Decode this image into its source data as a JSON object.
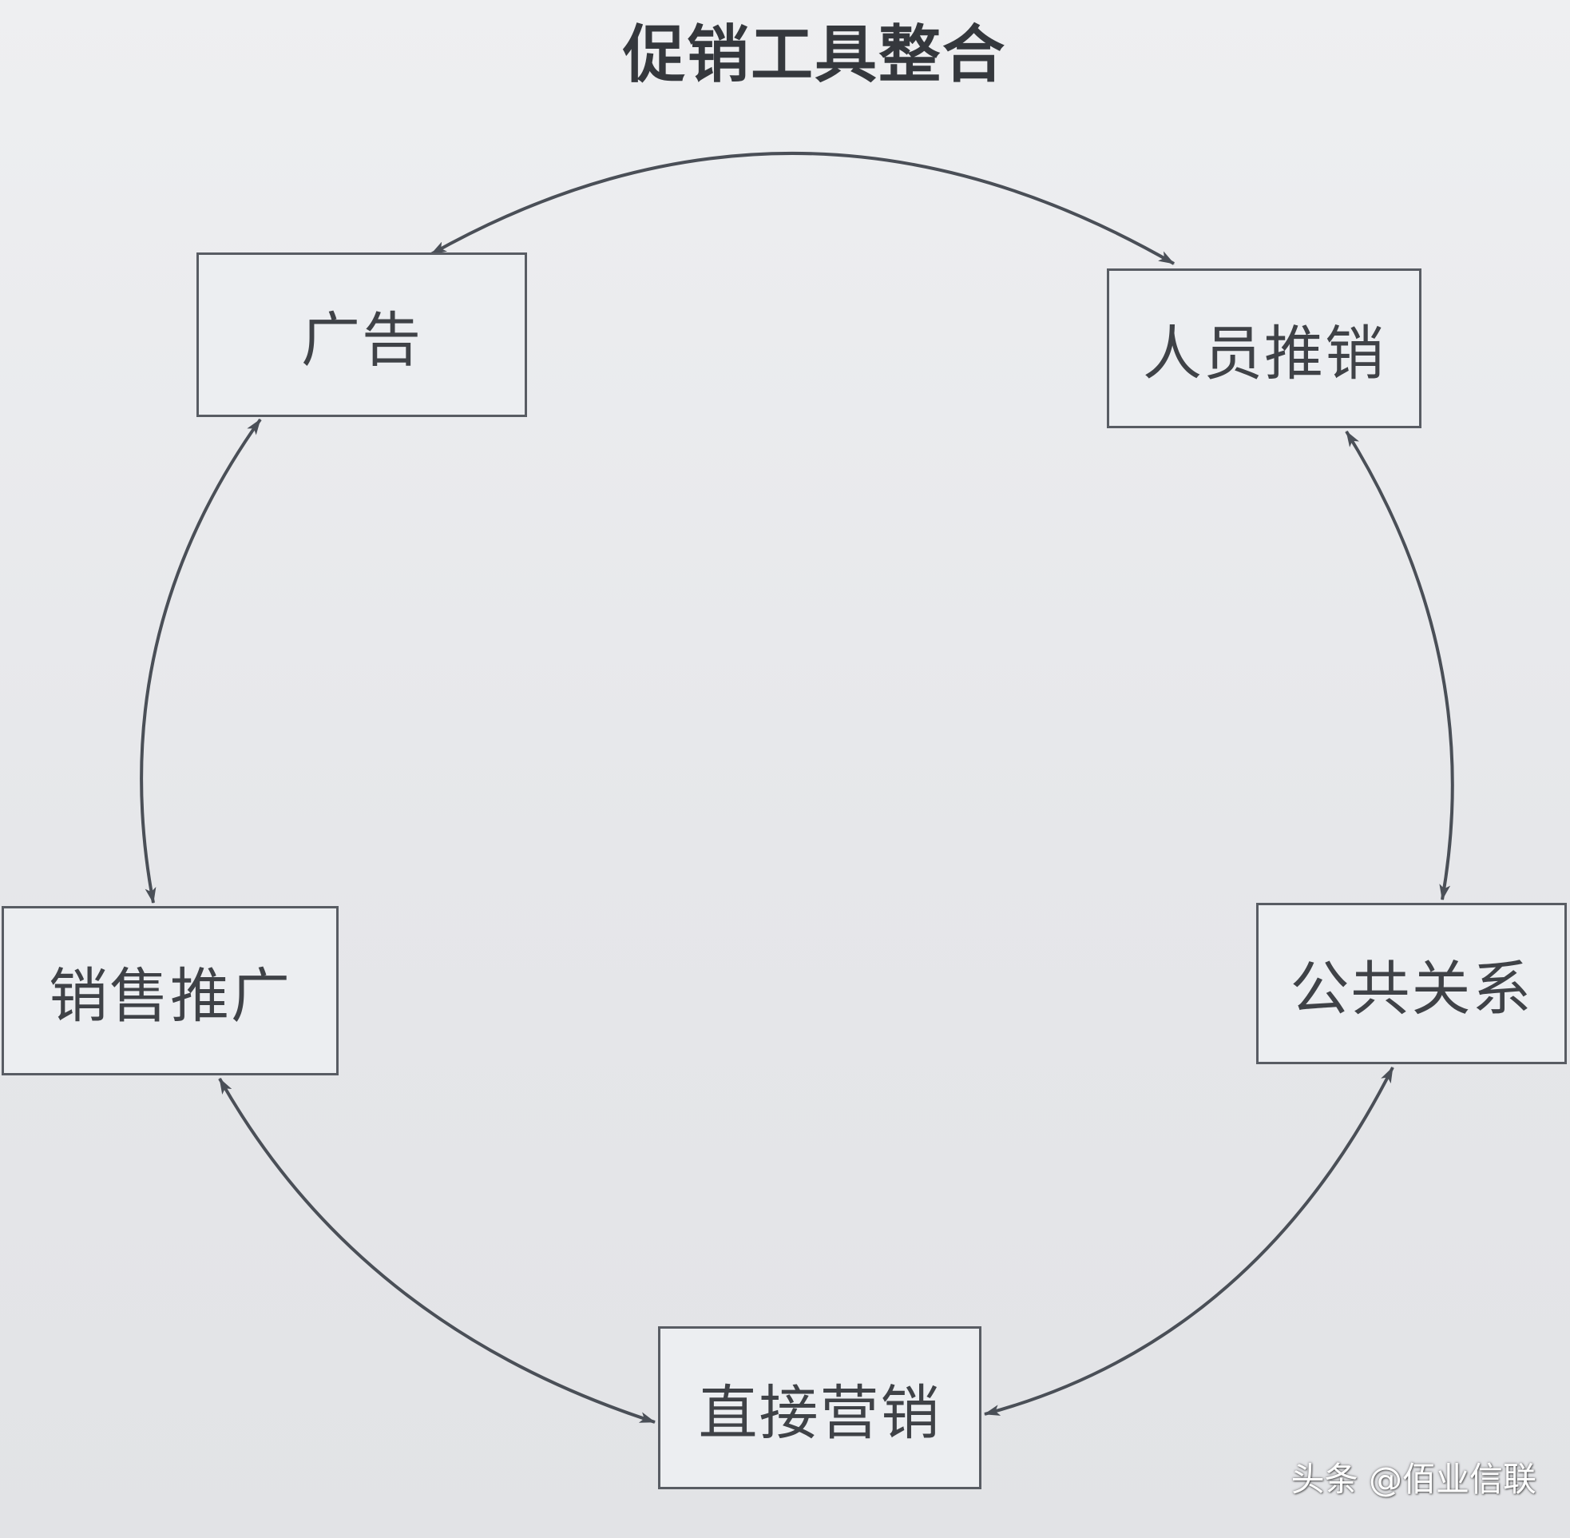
{
  "title": "促销工具整合",
  "nodes": {
    "advertising": "广告",
    "personal_selling": "人员推销",
    "public_relations": "公共关系",
    "direct_marketing": "直接营销",
    "sales_promotion": "销售推广"
  },
  "watermark": "头条 @佰业信联",
  "colors": {
    "background": "#e9eaec",
    "line": "#4a4f57",
    "box_border": "#585c63",
    "text": "#3c3f44"
  }
}
